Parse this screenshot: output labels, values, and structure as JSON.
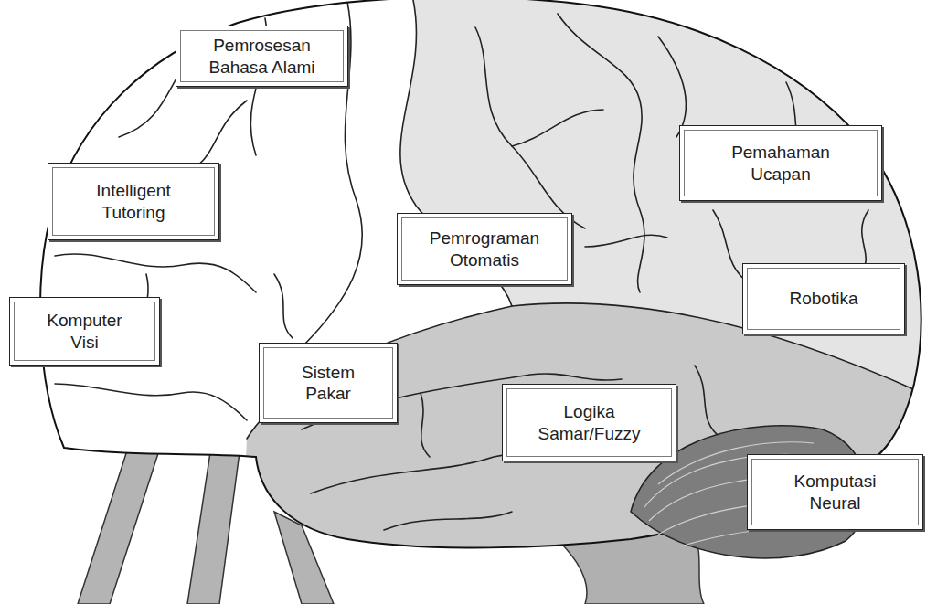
{
  "diagram": {
    "nodes": [
      {
        "text": [
          "Pemrosesan Bahasa Alami"
        ]
      },
      {
        "text": [
          "Pemahaman Ucapan"
        ]
      },
      {
        "text": [
          "Intelligent Tutoring"
        ]
      },
      {
        "text": [
          "Pemrograman Otomatis"
        ]
      },
      {
        "text": [
          "Robotika"
        ]
      },
      {
        "text": [
          "Komputer Visi"
        ]
      },
      {
        "text": [
          "Sistem Pakar"
        ]
      },
      {
        "text": [
          "Logika Samar/Fuzzy"
        ]
      },
      {
        "text": [
          "Komputasi Neural"
        ]
      }
    ]
  }
}
